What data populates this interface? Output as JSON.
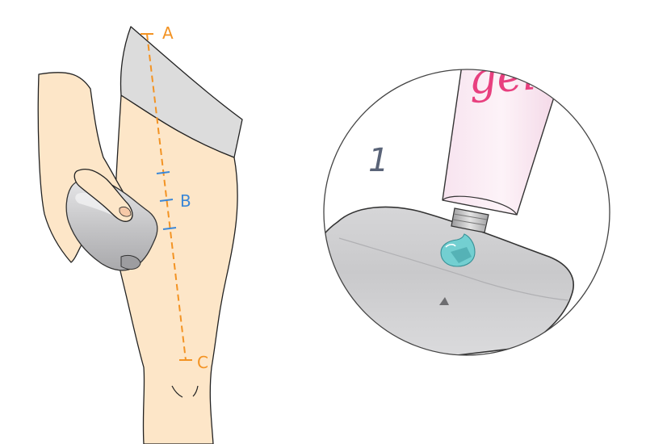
{
  "labels": {
    "point_a": "A",
    "point_b": "B",
    "point_c": "C",
    "step_number": "1",
    "tube_text": "gel"
  },
  "colors": {
    "orange": "#f39323",
    "blue": "#3b87d6",
    "skin": "#fde6c8",
    "gel_pink": "#e8407f",
    "device_gray": "#c9c9cb",
    "step_gray": "#5a6478"
  }
}
